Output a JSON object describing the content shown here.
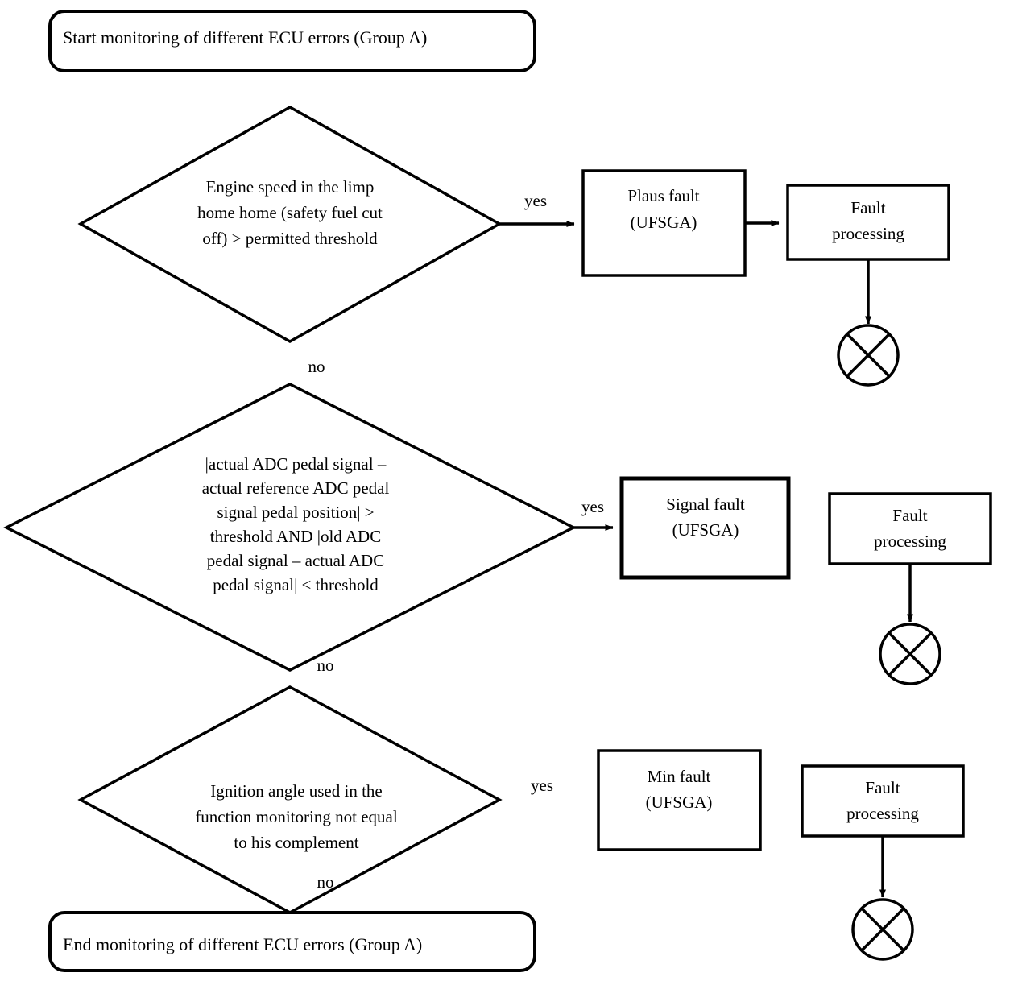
{
  "diagram": {
    "title_start": "Start monitoring of different ECU errors (Group A)",
    "title_end": "End monitoring of different ECU errors (Group A)",
    "colors": {
      "stroke": "#000000",
      "fill": "#ffffff",
      "background": "#ffffff"
    },
    "nodes": {
      "start_terminator": {
        "shape": "rounded-rectangle",
        "label": "Start monitoring of different ECU errors (Group A)"
      },
      "decision_1": {
        "shape": "diamond",
        "lines": [
          "Engine speed in the limp",
          "home home (safety fuel cut",
          "off) > permitted threshold"
        ]
      },
      "process_plaus_fault": {
        "shape": "rectangle",
        "lines": [
          "Plaus fault",
          "(UFSGA)"
        ]
      },
      "process_fault_processing_1": {
        "shape": "rectangle",
        "lines": [
          "Fault",
          "processing"
        ]
      },
      "connector_1": {
        "shape": "circle-cross",
        "label": ""
      },
      "decision_2": {
        "shape": "diamond",
        "lines": [
          "|actual ADC pedal signal –",
          "actual reference ADC pedal",
          "signal pedal position| >",
          "threshold AND |old ADC",
          "pedal signal – actual ADC",
          "pedal signal| < threshold"
        ]
      },
      "process_signal_fault": {
        "shape": "rectangle",
        "lines": [
          "Signal fault",
          "(UFSGA)"
        ]
      },
      "process_fault_processing_2": {
        "shape": "rectangle",
        "lines": [
          "Fault",
          "processing"
        ]
      },
      "connector_2": {
        "shape": "circle-cross",
        "label": ""
      },
      "decision_3": {
        "shape": "diamond",
        "lines": [
          "Ignition angle used in the",
          "function monitoring not equal",
          "to his complement"
        ]
      },
      "process_min_fault": {
        "shape": "rectangle",
        "lines": [
          "Min fault",
          "(UFSGA)"
        ]
      },
      "process_fault_processing_3": {
        "shape": "rectangle",
        "lines": [
          "Fault",
          "processing"
        ]
      },
      "connector_3": {
        "shape": "circle-cross",
        "label": ""
      },
      "end_terminator": {
        "shape": "rounded-rectangle",
        "label": "End monitoring of different ECU errors (Group A)"
      }
    },
    "edge_labels": {
      "yes_1": "yes",
      "no_1": "no",
      "yes_2": "yes",
      "no_2": "no",
      "yes_3": "yes",
      "no_3": "no"
    }
  }
}
